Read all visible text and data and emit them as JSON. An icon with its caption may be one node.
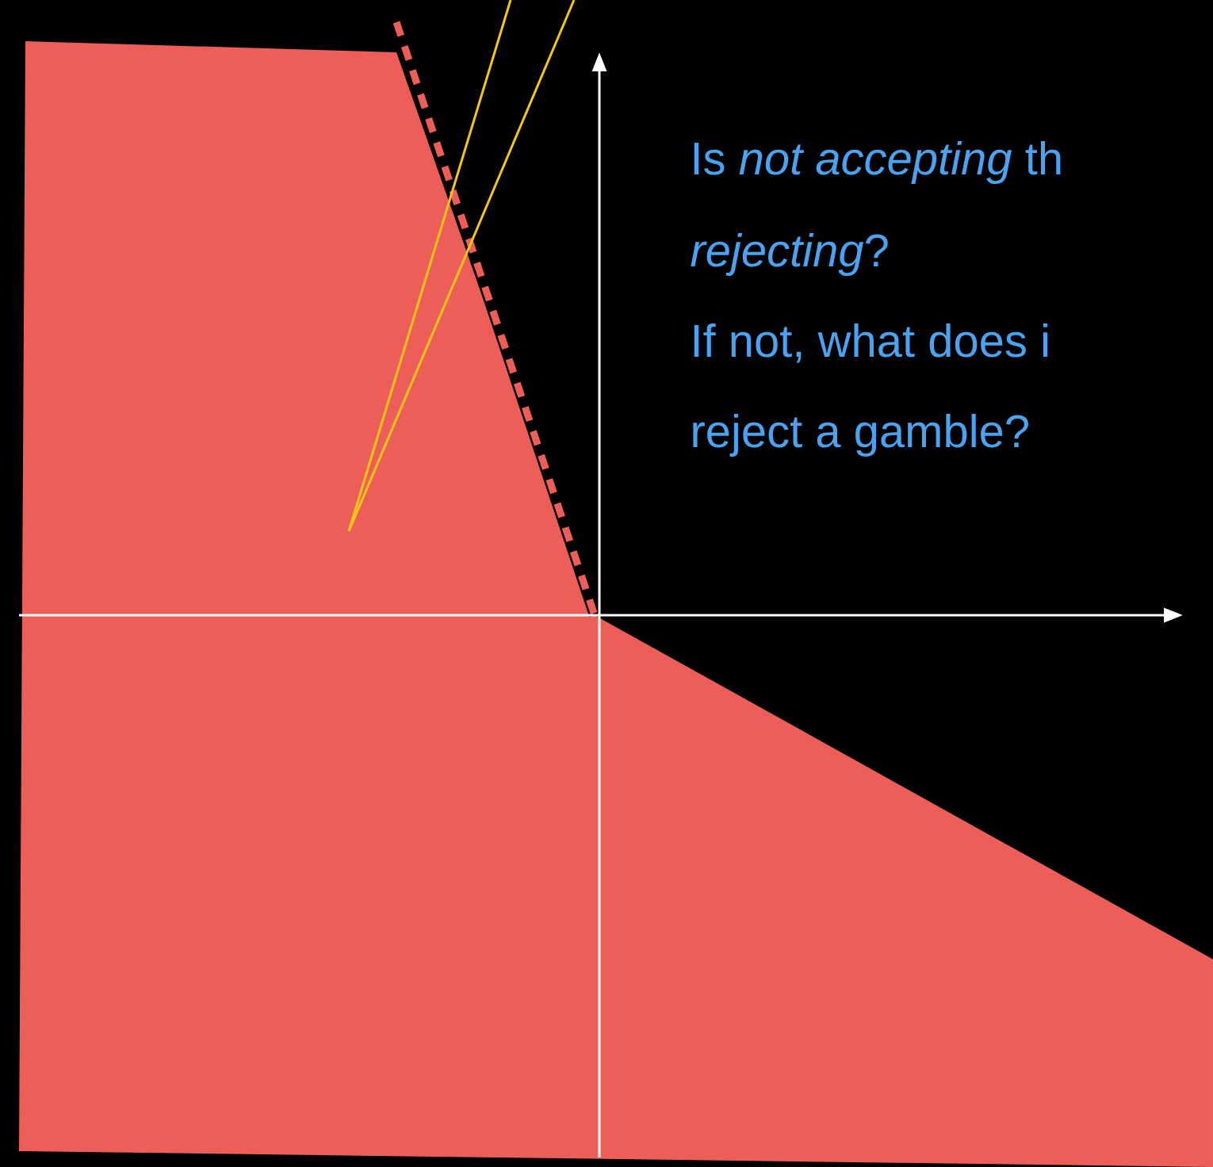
{
  "diagram": {
    "labels": [
      "Is *not accepting* th",
      "*rejecting*?",
      "If not, what does i",
      "reject a gamble?"
    ]
  }
}
